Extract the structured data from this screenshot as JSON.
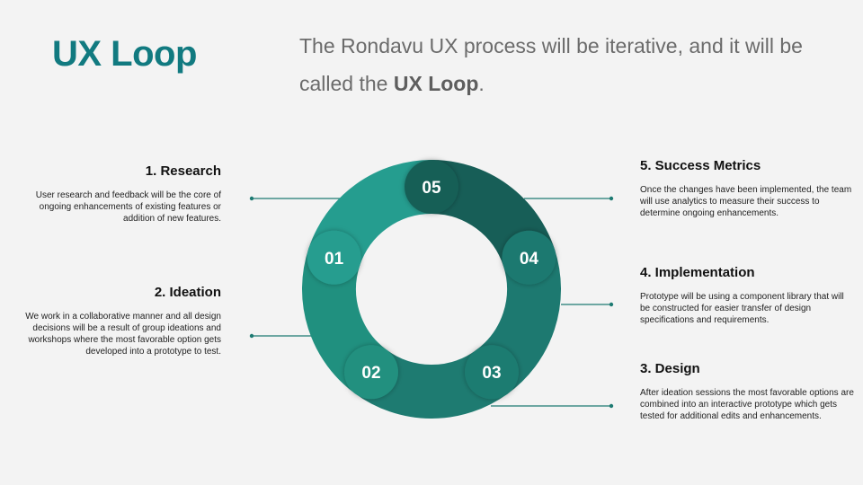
{
  "header": {
    "title": "UX Loop",
    "subtitle_part1": "The Rondavu UX process will be iterative, and it will be called the ",
    "subtitle_bold": "UX Loop",
    "subtitle_end": "."
  },
  "steps": [
    {
      "number": "01",
      "heading": "1. Research",
      "text": "User research and feedback will be the core of ongoing enhancements of existing features or addition of new features.",
      "color": "#259d8f"
    },
    {
      "number": "02",
      "heading": "2. Ideation",
      "text": "We work in a collaborative manner and all design decisions will be a result of group ideations and workshops where the most favorable option gets developed into a prototype to test.",
      "color": "#20907f"
    },
    {
      "number": "03",
      "heading": "3. Design",
      "text": "After ideation sessions the most favorable options are combined into an interactive prototype which gets tested for additional edits and enhancements.",
      "color": "#1e7b71"
    },
    {
      "number": "04",
      "heading": "4. Implementation",
      "text": "Prototype will be using a component library that will be constructed for easier transfer of design specifications and requirements.",
      "color": "#1d7970"
    },
    {
      "number": "05",
      "heading": "5. Success Metrics",
      "text": "Once the changes have been implemented, the team will use analytics to measure their success to determine ongoing enhancements.",
      "color": "#175e57"
    }
  ],
  "colors": {
    "accent": "#117a80",
    "connector": "#1d7a72"
  }
}
